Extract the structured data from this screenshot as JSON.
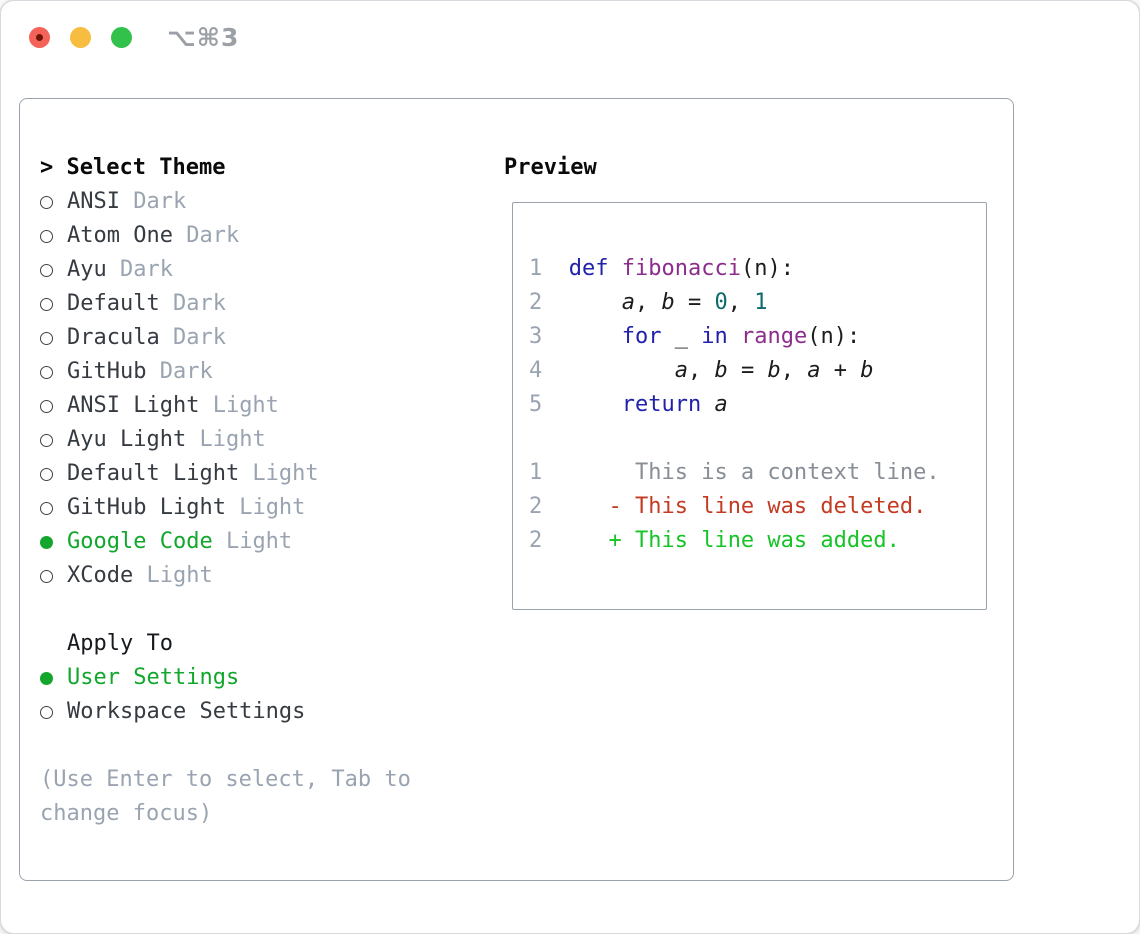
{
  "window": {
    "title": "⌥⌘3"
  },
  "colors": {
    "accent_green": "#12a72c",
    "added_green": "#17c427",
    "deleted_red": "#c43a22",
    "keyword_blue": "#2121ab",
    "function_purple": "#8c2d8c",
    "number_teal": "#0d6a6a",
    "muted_gray": "#9aa4b1",
    "context_gray": "#878e96",
    "border_gray": "#9aa3ad",
    "traffic_red": "#f4635a",
    "traffic_yellow": "#f6bd40",
    "traffic_green": "#32c24c",
    "traffic_dot": "#701408"
  },
  "theme_panel": {
    "header_prefix": "> ",
    "header_label": "Select Theme",
    "items": [
      {
        "name": "ANSI",
        "variant": "Dark",
        "selected": false
      },
      {
        "name": "Atom One",
        "variant": "Dark",
        "selected": false
      },
      {
        "name": "Ayu",
        "variant": "Dark",
        "selected": false
      },
      {
        "name": "Default",
        "variant": "Dark",
        "selected": false
      },
      {
        "name": "Dracula",
        "variant": "Dark",
        "selected": false
      },
      {
        "name": "GitHub",
        "variant": "Dark",
        "selected": false
      },
      {
        "name": "ANSI Light",
        "variant": "Light",
        "selected": false
      },
      {
        "name": "Ayu Light",
        "variant": "Light",
        "selected": false
      },
      {
        "name": "Default Light",
        "variant": "Light",
        "selected": false
      },
      {
        "name": "GitHub Light",
        "variant": "Light",
        "selected": false
      },
      {
        "name": "Google Code",
        "variant": "Light",
        "selected": true
      },
      {
        "name": "XCode",
        "variant": "Light",
        "selected": false
      }
    ],
    "apply_to": {
      "label": "Apply To",
      "options": [
        {
          "label": "User Settings",
          "selected": true
        },
        {
          "label": "Workspace Settings",
          "selected": false
        }
      ]
    },
    "hint_lines": [
      "(Use Enter to select, Tab to",
      "change focus)"
    ]
  },
  "preview": {
    "label": "Preview",
    "code_lines": [
      {
        "num": "1",
        "tokens": [
          {
            "t": "def",
            "c": "kw"
          },
          {
            "t": " "
          },
          {
            "t": "fibonacci",
            "c": "fn"
          },
          {
            "t": "(n):"
          }
        ]
      },
      {
        "num": "2",
        "tokens": [
          {
            "t": "    "
          },
          {
            "t": "a",
            "c": "var"
          },
          {
            "t": ", "
          },
          {
            "t": "b",
            "c": "var"
          },
          {
            "t": " = "
          },
          {
            "t": "0",
            "c": "num"
          },
          {
            "t": ", "
          },
          {
            "t": "1",
            "c": "num"
          }
        ]
      },
      {
        "num": "3",
        "tokens": [
          {
            "t": "    "
          },
          {
            "t": "for",
            "c": "kw"
          },
          {
            "t": " _ "
          },
          {
            "t": "in",
            "c": "kw"
          },
          {
            "t": " "
          },
          {
            "t": "range",
            "c": "fn"
          },
          {
            "t": "(n):"
          }
        ]
      },
      {
        "num": "4",
        "tokens": [
          {
            "t": "        "
          },
          {
            "t": "a",
            "c": "var"
          },
          {
            "t": ", "
          },
          {
            "t": "b",
            "c": "var"
          },
          {
            "t": " = "
          },
          {
            "t": "b",
            "c": "var"
          },
          {
            "t": ", "
          },
          {
            "t": "a",
            "c": "var"
          },
          {
            "t": " + "
          },
          {
            "t": "b",
            "c": "var"
          }
        ]
      },
      {
        "num": "5",
        "tokens": [
          {
            "t": "    "
          },
          {
            "t": "return",
            "c": "kw"
          },
          {
            "t": " "
          },
          {
            "t": "a",
            "c": "var"
          }
        ]
      }
    ],
    "diff_lines": [
      {
        "num": "1",
        "marker": " ",
        "text": "This is a context line.",
        "kind": "context"
      },
      {
        "num": "2",
        "marker": "-",
        "text": "This line was deleted.",
        "kind": "deleted"
      },
      {
        "num": "2",
        "marker": "+",
        "text": "This line was added.",
        "kind": "added"
      }
    ]
  }
}
